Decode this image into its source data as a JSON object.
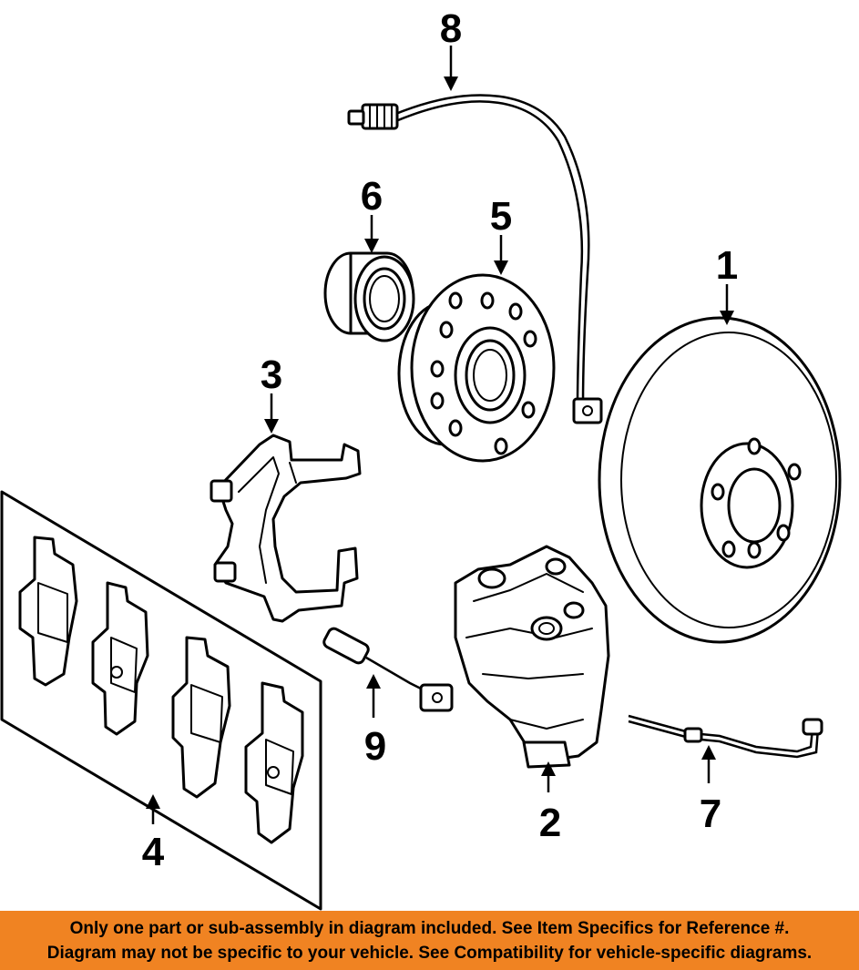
{
  "callouts": [
    {
      "id": "1",
      "label": "1"
    },
    {
      "id": "2",
      "label": "2"
    },
    {
      "id": "3",
      "label": "3"
    },
    {
      "id": "4",
      "label": "4"
    },
    {
      "id": "5",
      "label": "5"
    },
    {
      "id": "6",
      "label": "6"
    },
    {
      "id": "7",
      "label": "7"
    },
    {
      "id": "8",
      "label": "8"
    },
    {
      "id": "9",
      "label": "9"
    }
  ],
  "banner": {
    "line1": "Only one part or sub-assembly in diagram included. See Item Specifics for Reference #.",
    "line2": "Diagram may not be specific to your vehicle. See Compatibility for vehicle-specific diagrams.",
    "background": "#f08322"
  }
}
